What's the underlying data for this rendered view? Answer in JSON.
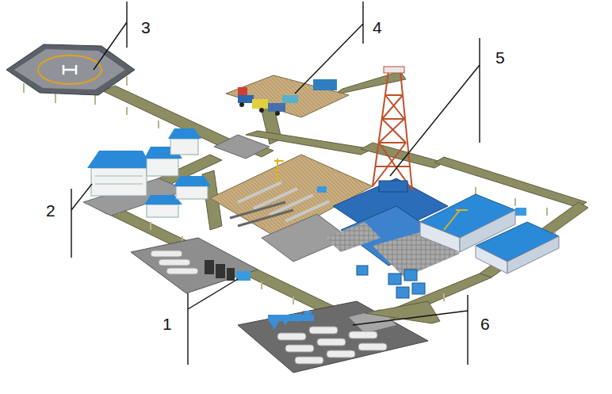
{
  "diagram": {
    "labels": [
      "3",
      "4",
      "5",
      "2",
      "1",
      "6"
    ]
  }
}
